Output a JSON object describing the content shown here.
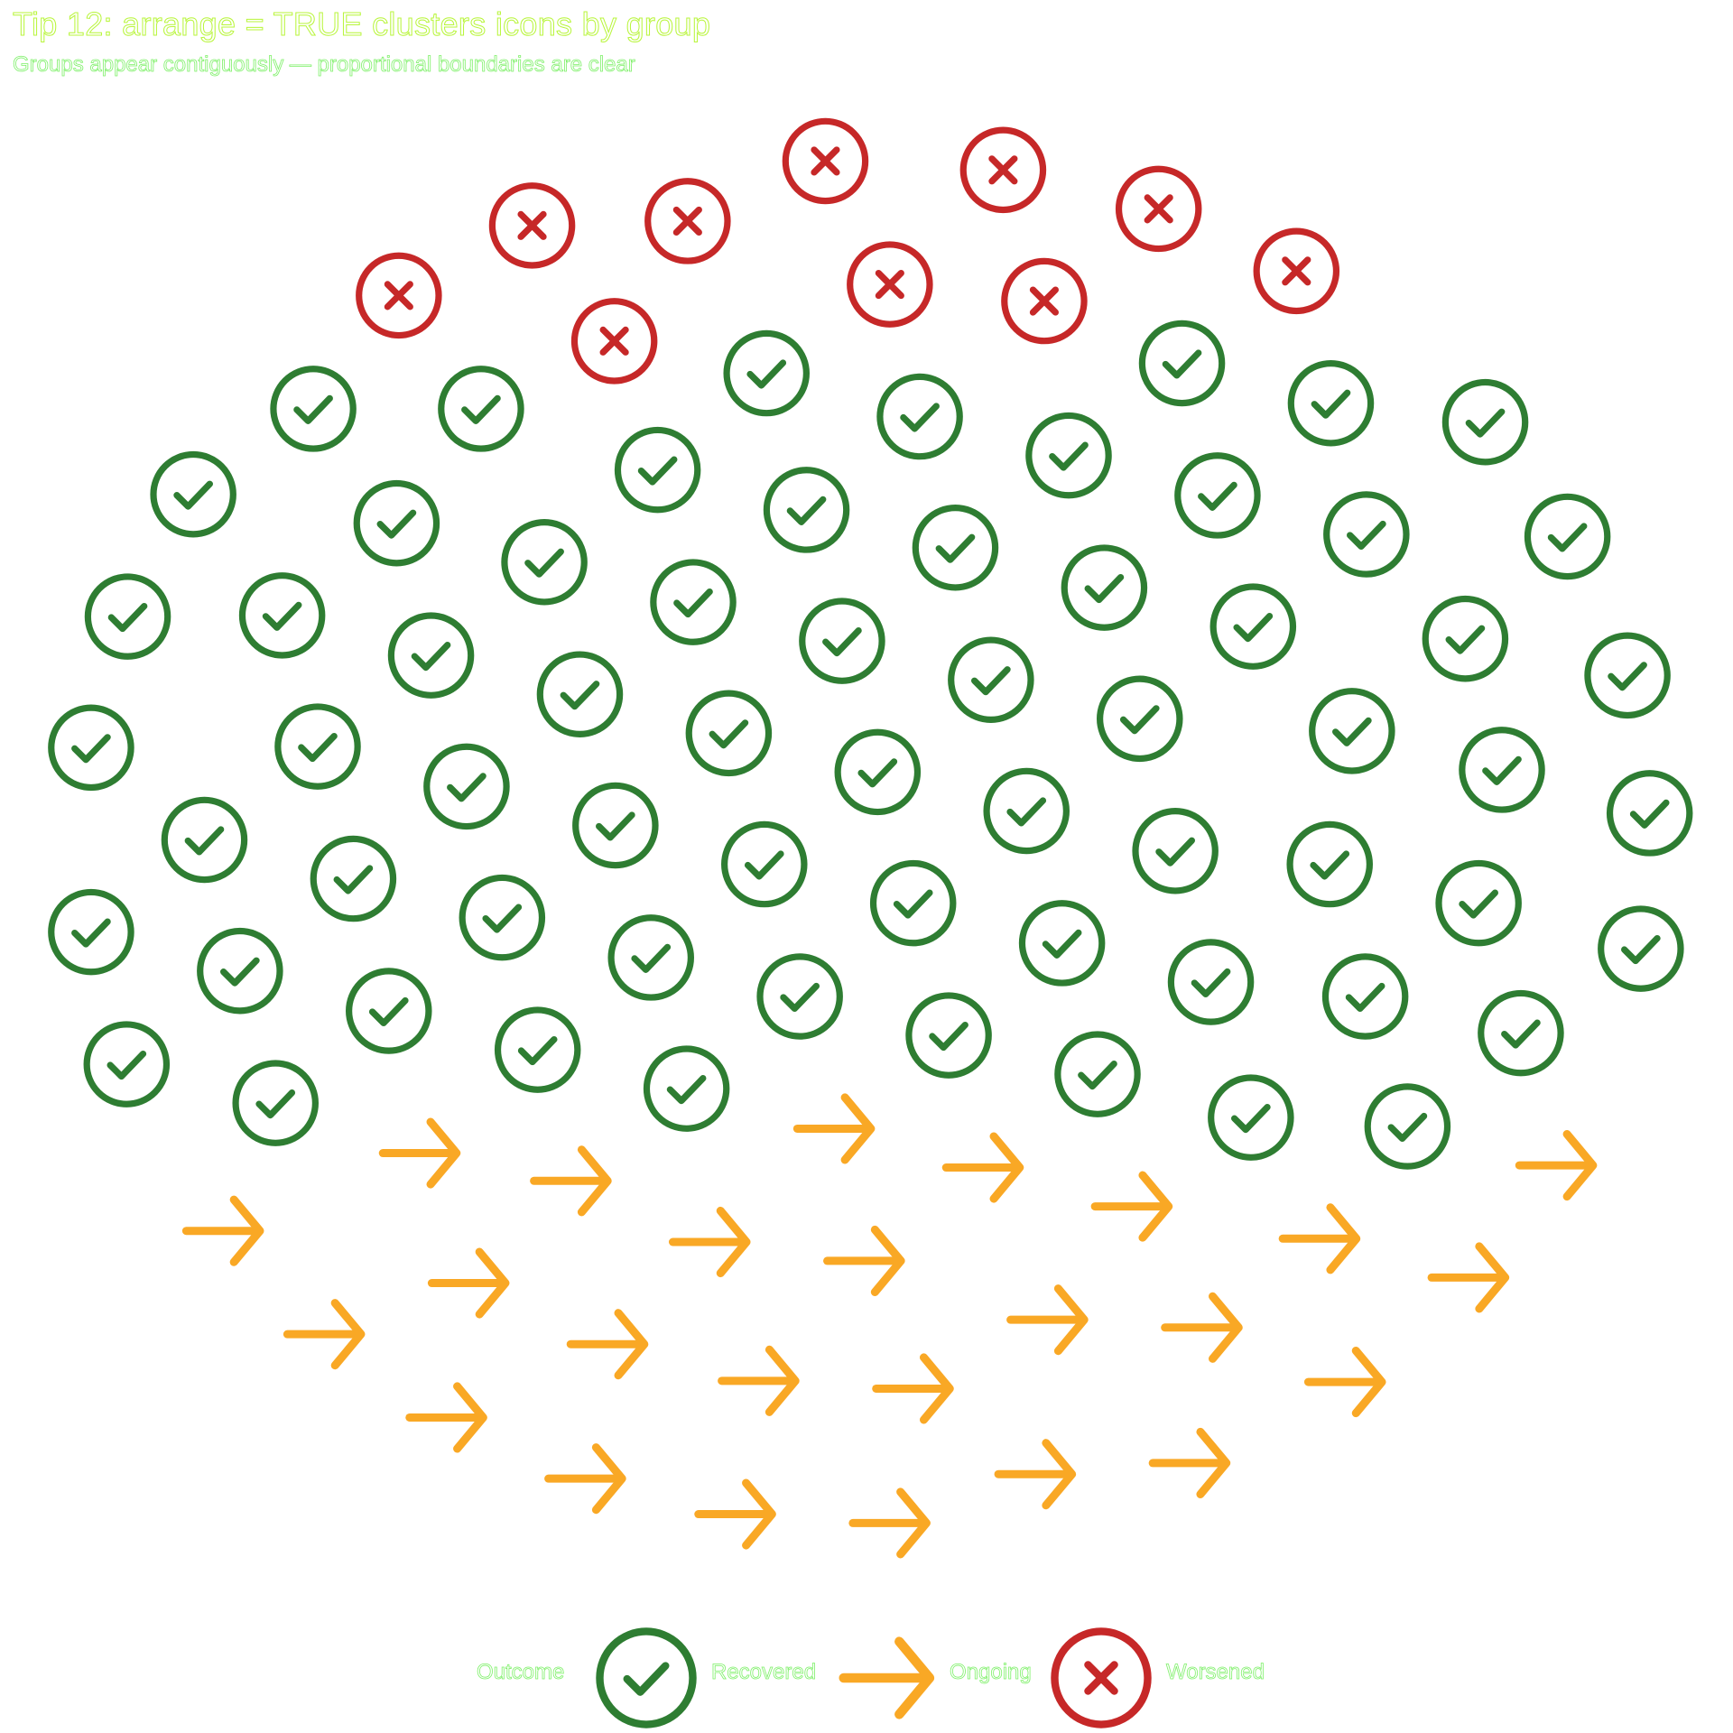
{
  "title": "Tip 12: arrange = TRUE clusters icons by group",
  "subtitle": "Groups appear contiguously — proportional boundaries are clear",
  "chart_data": {
    "type": "waffle-pictogram",
    "title": "Tip 12: arrange = TRUE clusters icons by group",
    "subtitle": "Groups appear contiguously — proportional boundaries are clear",
    "total": 100,
    "arrange": true,
    "legend_title": "Outcome",
    "legend_position": "bottom",
    "series": [
      {
        "name": "Recovered",
        "value": 65,
        "icon": "check-circle-icon",
        "color": "#2E7D32"
      },
      {
        "name": "Ongoing",
        "value": 25,
        "icon": "arrow-right-icon",
        "color": "#F9A825"
      },
      {
        "name": "Worsened",
        "value": 10,
        "icon": "x-circle-icon",
        "color": "#C62828"
      }
    ]
  },
  "legend": {
    "title": "Outcome",
    "items": [
      {
        "label": "Recovered",
        "icon": "check-circle-icon",
        "color": "#2E7D32"
      },
      {
        "label": "Ongoing",
        "icon": "arrow-right-icon",
        "color": "#F9A825"
      },
      {
        "label": "Worsened",
        "icon": "x-circle-icon",
        "color": "#C62828"
      }
    ]
  }
}
